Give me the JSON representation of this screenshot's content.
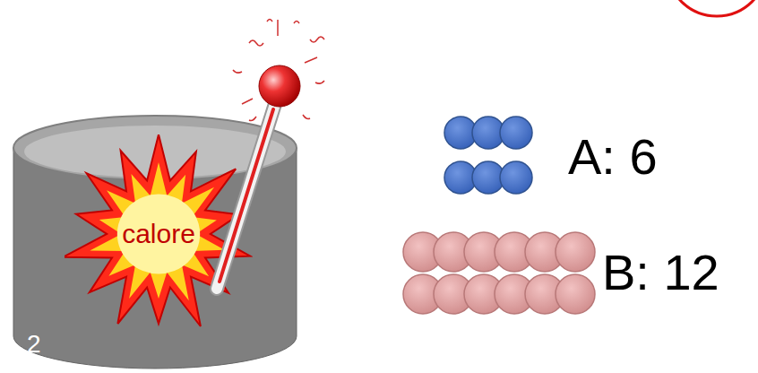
{
  "diagram": {
    "nodes": [
      {
        "text": [
          "calore"
        ]
      }
    ],
    "labels": [
      "2",
      "A: 6",
      "B: 12"
    ]
  }
}
